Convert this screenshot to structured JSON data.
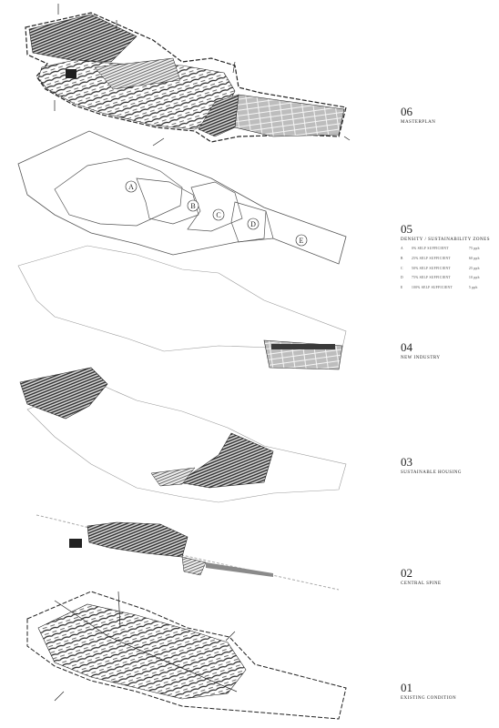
{
  "layers": [
    {
      "number": "06",
      "caption": "MASTERPLAN"
    },
    {
      "number": "05",
      "caption": "DENSITY / SUSTAINABILITY ZONES"
    },
    {
      "number": "04",
      "caption": "NEW INDUSTRY"
    },
    {
      "number": "03",
      "caption": "SUSTAINABLE HOUSING"
    },
    {
      "number": "02",
      "caption": "CENTRAL SPINE"
    },
    {
      "number": "01",
      "caption": "EXISTING CONDITION"
    }
  ],
  "zones": [
    "A",
    "B",
    "C",
    "D",
    "E"
  ],
  "legend": [
    {
      "key": "A",
      "desc": "0% SELF SUFFICIENT",
      "value": "75 pph"
    },
    {
      "key": "B",
      "desc": "25% SELF SUFFICIENT",
      "value": "60 pph"
    },
    {
      "key": "C",
      "desc": "50% SELF SUFFICIENT",
      "value": "25 pph"
    },
    {
      "key": "D",
      "desc": "75% SELF SUFFICIENT",
      "value": "10 pph"
    },
    {
      "key": "E",
      "desc": "100% SELF SUFFICIENT",
      "value": "5 pph"
    }
  ],
  "colors": {
    "ink": "#222222",
    "line": "#555555",
    "fill_dark": "#3a3a3a",
    "fill_mid": "#8a8a8a",
    "fill_light": "#cfcfcf"
  }
}
